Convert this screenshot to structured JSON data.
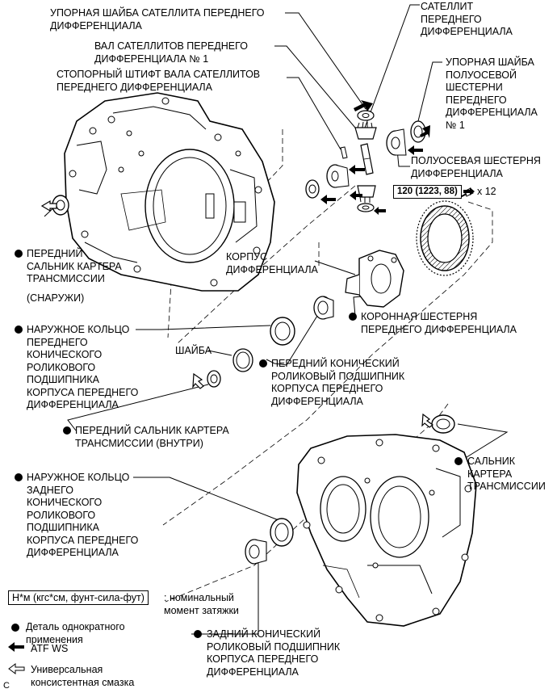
{
  "labels": {
    "pinion_washer": "УПОРНАЯ ШАЙБА САТЕЛЛИТА ПЕРЕДНЕГО\nДИФФЕРЕНЦИАЛА",
    "pinion_shaft": "ВАЛ САТЕЛЛИТОВ ПЕРЕДНЕГО\nДИФФЕРЕНЦИАЛА № 1",
    "pin": "СТОПОРНЫЙ ШТИФТ ВАЛА САТЕЛЛИТОВ\nПЕРЕДНЕГО ДИФФЕРЕНЦИАЛА",
    "pinion": "САТЕЛЛИТ\nПЕРЕДНЕГО\nДИФФЕРЕНЦИАЛА",
    "side_washer": "УПОРНАЯ ШАЙБА\nПОЛУОСЕВОЙ\nШЕСТЕРНИ\nПЕРЕДНЕГО\nДИФФЕРЕНЦИАЛА\n№ 1",
    "side_gear": "ПОЛУОСЕВАЯ ШЕСТЕРНЯ\nДИФФЕРЕНЦИАЛА",
    "torque": "120 (1223, 88)",
    "bolt_count": "x 12",
    "front_seal_outside": "ПЕРЕДНИЙ\nСАЛЬНИК КАРТЕРА\nТРАНСМИССИИ",
    "outside": "(СНАРУЖИ)",
    "case": "КОРПУС\nДИФФЕРЕНЦИАЛА",
    "ring_gear": "КОРОННАЯ ШЕСТЕРНЯ\nПЕРЕДНЕГО ДИФФЕРЕНЦИАЛА",
    "front_outer_race": "НАРУЖНОЕ КОЛЬЦО\nПЕРЕДНЕГО\nКОНИЧЕСКОГО\nРОЛИКОВОГО\nПОДШИПНИКА\nКОРПУСА ПЕРЕДНЕГО\nДИФФЕРЕНЦИАЛА",
    "washer": "ШАЙБА",
    "front_bearing": "ПЕРЕДНИЙ КОНИЧЕСКИЙ\nРОЛИКОВЫЙ ПОДШИПНИК\nКОРПУСА ПЕРЕДНЕГО\nДИФФЕРЕНЦИАЛА",
    "front_seal_inside": "ПЕРЕДНИЙ САЛЬНИК КАРТЕРА\nТРАНСМИССИИ (ВНУТРИ)",
    "trans_seal": "САЛЬНИК\nКАРТЕРА\nТРАНСМИССИИ",
    "rear_outer_race": "НАРУЖНОЕ КОЛЬЦО\nЗАДНЕГО\nКОНИЧЕСКОГО\nРОЛИКОВОГО\nПОДШИПНИКА\nКОРПУСА ПЕРЕДНЕГО\nДИФФЕРЕНЦИАЛА",
    "rear_bearing": "ЗАДНИЙ КОНИЧЕСКИЙ\nРОЛИКОВЫЙ ПОДШИПНИК\nКОРПУСА ПЕРЕДНЕГО\nДИФФЕРЕНЦИАЛА"
  },
  "legend": {
    "torque_units": "Н*м (кгс*см, фунт-сила-фут)",
    "torque_desc": ": номинальный\nмомент затяжки",
    "non_reusable": "Деталь однократного\nприменения",
    "atf": "ATF WS",
    "grease": "Универсальная\nконсистентная смазка",
    "corner": "C"
  }
}
